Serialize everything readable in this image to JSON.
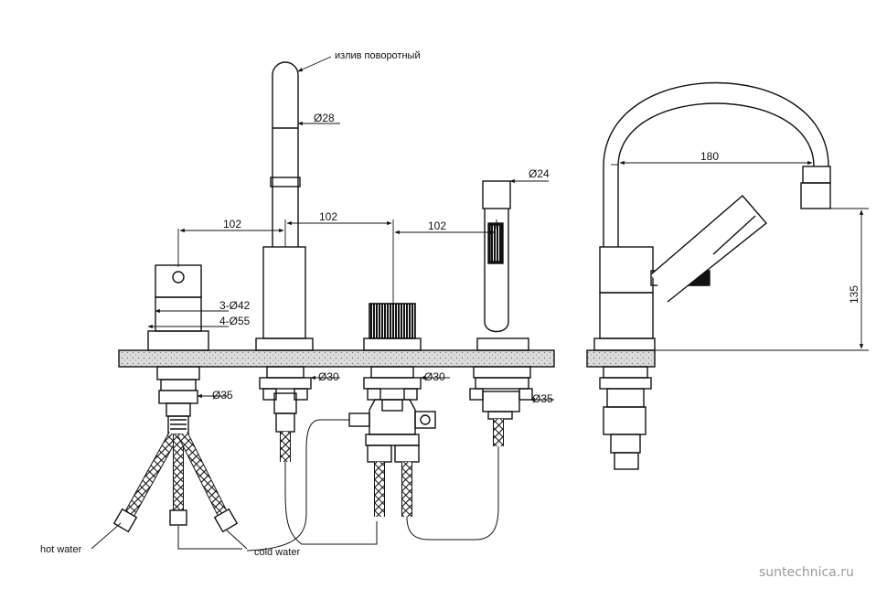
{
  "labels": {
    "spout": "излив поворотный",
    "hot_water": "hot water",
    "cold_water": "cold water",
    "watermark": "suntechnica.ru"
  },
  "dimensions": {
    "d28": "Ø28",
    "d24": "Ø24",
    "d30_left": "Ø30",
    "d30_right": "Ø30",
    "d35_left": "Ø35",
    "d35_right": "Ø35",
    "d42": "3-Ø42",
    "d55": "4-Ø55",
    "spacing_1": "102",
    "spacing_2": "102",
    "spacing_3": "102",
    "reach": "180",
    "height": "135"
  },
  "colors": {
    "line": "#111111",
    "deck": "#d6d6d6",
    "watermark": "#9a9a9a"
  }
}
